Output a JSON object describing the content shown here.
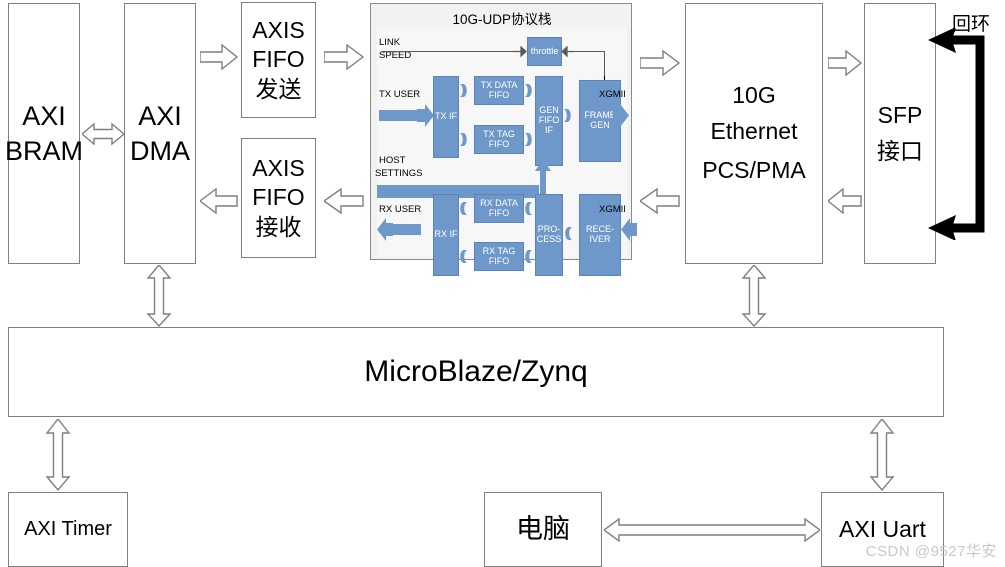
{
  "diagram": {
    "blocks": {
      "axi_bram": {
        "line1": "AXI",
        "line2": "BRAM"
      },
      "axi_dma": {
        "line1": "AXI",
        "line2": "DMA"
      },
      "axis_fifo_tx": {
        "line1": "AXIS",
        "line2": "FIFO",
        "line3": "发送"
      },
      "axis_fifo_rx": {
        "line1": "AXIS",
        "line2": "FIFO",
        "line3": "接收"
      },
      "eth_pcs_pma": {
        "line1": "10G",
        "line2": "Ethernet",
        "line3": "PCS/PMA"
      },
      "sfp": {
        "line1": "SFP",
        "line2": "接口"
      },
      "microblaze": {
        "label": "MicroBlaze/Zynq"
      },
      "axi_timer": {
        "label": "AXI Timer"
      },
      "pc": {
        "label": "电脑"
      },
      "axi_uart": {
        "label": "AXI Uart"
      }
    },
    "loopback_label": "回环",
    "watermark": "CSDN @9527华安",
    "stack": {
      "title": "10G-UDP协议栈",
      "ports": {
        "link_speed_l1": "LINK",
        "link_speed_l2": "SPEED",
        "tx_user": "TX USER",
        "host_l1": "HOST",
        "host_l2": "SETTINGS",
        "rx_user": "RX USER",
        "xgmii_tx": "XGMII",
        "xgmii_rx": "XGMII"
      },
      "blocks": {
        "throttle": "throttle",
        "tx_if": "TX IF",
        "tx_data_fifo_l1": "TX DATA",
        "tx_data_fifo_l2": "FIFO",
        "tx_tag_fifo_l1": "TX TAG",
        "tx_tag_fifo_l2": "FIFO",
        "gen_fifo_if_l1": "GEN",
        "gen_fifo_if_l2": "FIFO",
        "gen_fifo_if_l3": "IF",
        "frame_gen_l1": "FRAME",
        "frame_gen_l2": "GEN",
        "rx_if": "RX IF",
        "rx_data_fifo_l1": "RX DATA",
        "rx_data_fifo_l2": "FIFO",
        "rx_tag_fifo_l1": "RX TAG",
        "rx_tag_fifo_l2": "FIFO",
        "process_l1": "PRO-",
        "process_l2": "CESS",
        "receiver_l1": "RECE-",
        "receiver_l2": "IVER"
      }
    }
  }
}
